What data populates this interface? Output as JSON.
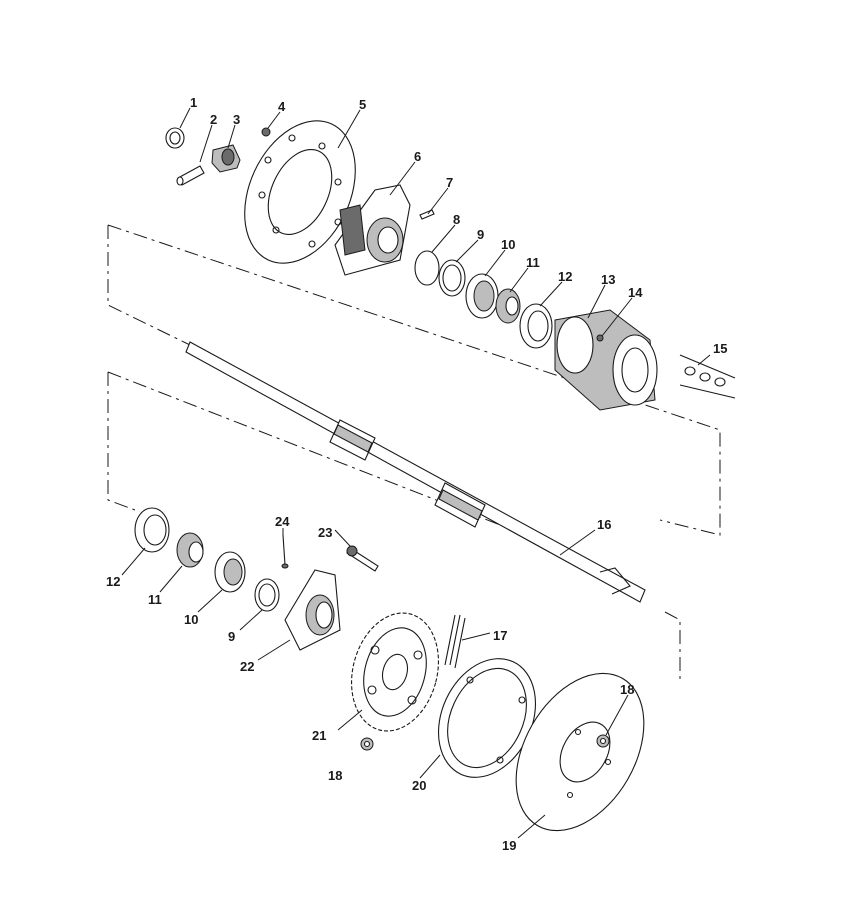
{
  "callouts": [
    {
      "id": "c1",
      "text": "1"
    },
    {
      "id": "c2",
      "text": "2"
    },
    {
      "id": "c3",
      "text": "3"
    },
    {
      "id": "c4",
      "text": "4"
    },
    {
      "id": "c5",
      "text": "5"
    },
    {
      "id": "c6",
      "text": "6"
    },
    {
      "id": "c7",
      "text": "7"
    },
    {
      "id": "c8",
      "text": "8"
    },
    {
      "id": "c9",
      "text": "9"
    },
    {
      "id": "c10",
      "text": "10"
    },
    {
      "id": "c11",
      "text": "11"
    },
    {
      "id": "c12",
      "text": "12"
    },
    {
      "id": "c13",
      "text": "13"
    },
    {
      "id": "c14",
      "text": "14"
    },
    {
      "id": "c15",
      "text": "15"
    },
    {
      "id": "c16",
      "text": "16"
    },
    {
      "id": "c12b",
      "text": "12"
    },
    {
      "id": "c11b",
      "text": "11"
    },
    {
      "id": "c10b",
      "text": "10"
    },
    {
      "id": "c9b",
      "text": "9"
    },
    {
      "id": "c24",
      "text": "24"
    },
    {
      "id": "c23",
      "text": "23"
    },
    {
      "id": "c17",
      "text": "17"
    },
    {
      "id": "c22",
      "text": "22"
    },
    {
      "id": "c18",
      "text": "18"
    },
    {
      "id": "c21",
      "text": "21"
    },
    {
      "id": "c18b",
      "text": "18"
    },
    {
      "id": "c20",
      "text": "20"
    },
    {
      "id": "c19",
      "text": "19"
    }
  ]
}
